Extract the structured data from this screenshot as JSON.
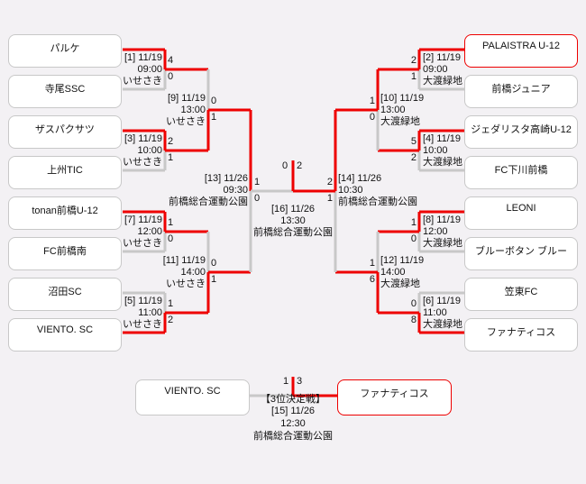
{
  "colors": {
    "winner_line": "#ee0000",
    "loser_line": "#c8c8c8",
    "background": "#f3f1f4"
  },
  "teams_left": [
    "パルケ",
    "寺尾SSC",
    "ザスパクサツ",
    "上州TIC",
    "tonan前橋U-12",
    "FC前橋南",
    "沼田SC",
    "VIENTO. SC"
  ],
  "teams_right": [
    "PALAISTRA U-12",
    "前橋ジュニア",
    "ジェダリスタ高崎U-12",
    "FC下川前橋",
    "LEONI",
    "ブルーボタン ブルー",
    "笠東FC",
    "ファナティコス"
  ],
  "champion": "PALAISTRA U-12",
  "matches": {
    "m1": {
      "no": "[1] 11/19",
      "time": "09:00",
      "venue": "いせさき",
      "score_top": "4",
      "score_bottom": "0"
    },
    "m3": {
      "no": "[3] 11/19",
      "time": "10:00",
      "venue": "いせさき",
      "score_top": "2",
      "score_bottom": "1"
    },
    "m7": {
      "no": "[7] 11/19",
      "time": "12:00",
      "venue": "いせさき",
      "score_top": "1",
      "score_bottom": "0"
    },
    "m5": {
      "no": "[5] 11/19",
      "time": "11:00",
      "venue": "いせさき",
      "score_top": "1",
      "score_bottom": "2"
    },
    "m9": {
      "no": "[9] 11/19",
      "time": "13:00",
      "venue": "いせさき",
      "score_top": "0",
      "score_bottom": "1"
    },
    "m11": {
      "no": "[11] 11/19",
      "time": "14:00",
      "venue": "いせさき",
      "score_top": "0",
      "score_bottom": "1"
    },
    "m13": {
      "no": "[13] 11/26",
      "time": "09:30",
      "venue": "前橋総合運動公園",
      "score_top": "1",
      "score_bottom": "0"
    },
    "m2": {
      "no": "[2] 11/19",
      "time": "09:00",
      "venue": "大渡緑地",
      "score_top": "2",
      "score_bottom": "1"
    },
    "m4": {
      "no": "[4] 11/19",
      "time": "10:00",
      "venue": "大渡緑地",
      "score_top": "5",
      "score_bottom": "2"
    },
    "m8": {
      "no": "[8] 11/19",
      "time": "12:00",
      "venue": "大渡緑地",
      "score_top": "1",
      "score_bottom": "0"
    },
    "m6": {
      "no": "[6] 11/19",
      "time": "11:00",
      "venue": "大渡緑地",
      "score_top": "0",
      "score_bottom": "8"
    },
    "m10": {
      "no": "[10] 11/19",
      "time": "13:00",
      "venue": "大渡緑地",
      "score_top": "1",
      "score_bottom": "0"
    },
    "m12": {
      "no": "[12] 11/19",
      "time": "14:00",
      "venue": "大渡緑地",
      "score_top": "1",
      "score_bottom": "6"
    },
    "m14": {
      "no": "[14] 11/26",
      "time": "10:30",
      "venue": "前橋総合運動公園",
      "score_top": "2",
      "score_bottom": "1"
    },
    "m16": {
      "no": "[16] 11/26",
      "time": "13:30",
      "venue": "前橋総合運動公園",
      "score_left": "0",
      "score_right": "2"
    }
  },
  "third_place": {
    "title": "【3位決定戦】",
    "no": "[15] 11/26",
    "time": "12:30",
    "venue": "前橋総合運動公園",
    "team_left": "VIENTO. SC",
    "team_right": "ファナティコス",
    "score_left": "1",
    "score_right": "3"
  }
}
